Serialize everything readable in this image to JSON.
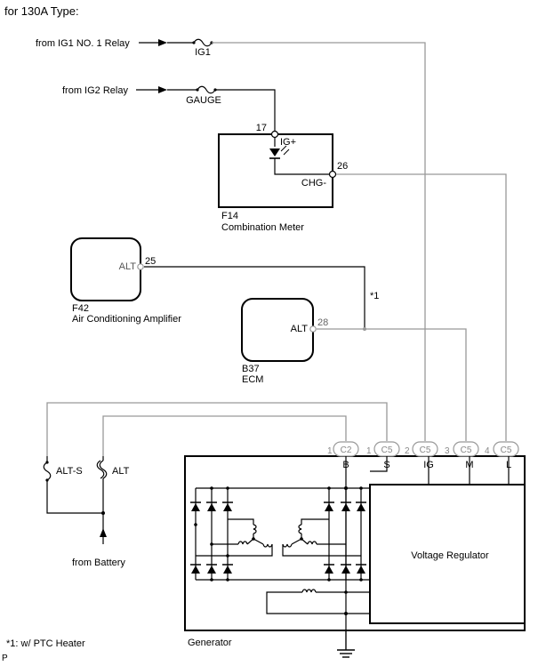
{
  "title": "for 130A Type:",
  "sources": {
    "ig1_relay": "from IG1 NO. 1 Relay",
    "ig2_relay": "from IG2 Relay",
    "battery": "from Battery"
  },
  "fuses": {
    "ig1": "IG1",
    "gauge": "GAUGE",
    "alt_s": "ALT-S",
    "alt": "ALT"
  },
  "combination_meter": {
    "code": "F14",
    "name": "Combination Meter",
    "pin_ig": "17",
    "label_ig": "IG+",
    "pin_chg": "26",
    "label_chg": "CHG-"
  },
  "ac_amplifier": {
    "code": "F42",
    "name": "Air Conditioning Amplifier",
    "pin": "25",
    "label": "ALT"
  },
  "ecm": {
    "code": "B37",
    "name": "ECM",
    "pin": "28",
    "label": "ALT"
  },
  "note_marker": "*1",
  "footnote": "*1: w/ PTC Heater",
  "generator": {
    "name": "Generator",
    "regulator": "Voltage Regulator",
    "connectors": [
      {
        "pin": "1",
        "conn": "C2",
        "terminal": "B"
      },
      {
        "pin": "1",
        "conn": "C5",
        "terminal": "S"
      },
      {
        "pin": "2",
        "conn": "C5",
        "terminal": "IG"
      },
      {
        "pin": "3",
        "conn": "C5",
        "terminal": "M"
      },
      {
        "pin": "4",
        "conn": "C5",
        "terminal": "L"
      }
    ]
  },
  "page_marker": "P"
}
